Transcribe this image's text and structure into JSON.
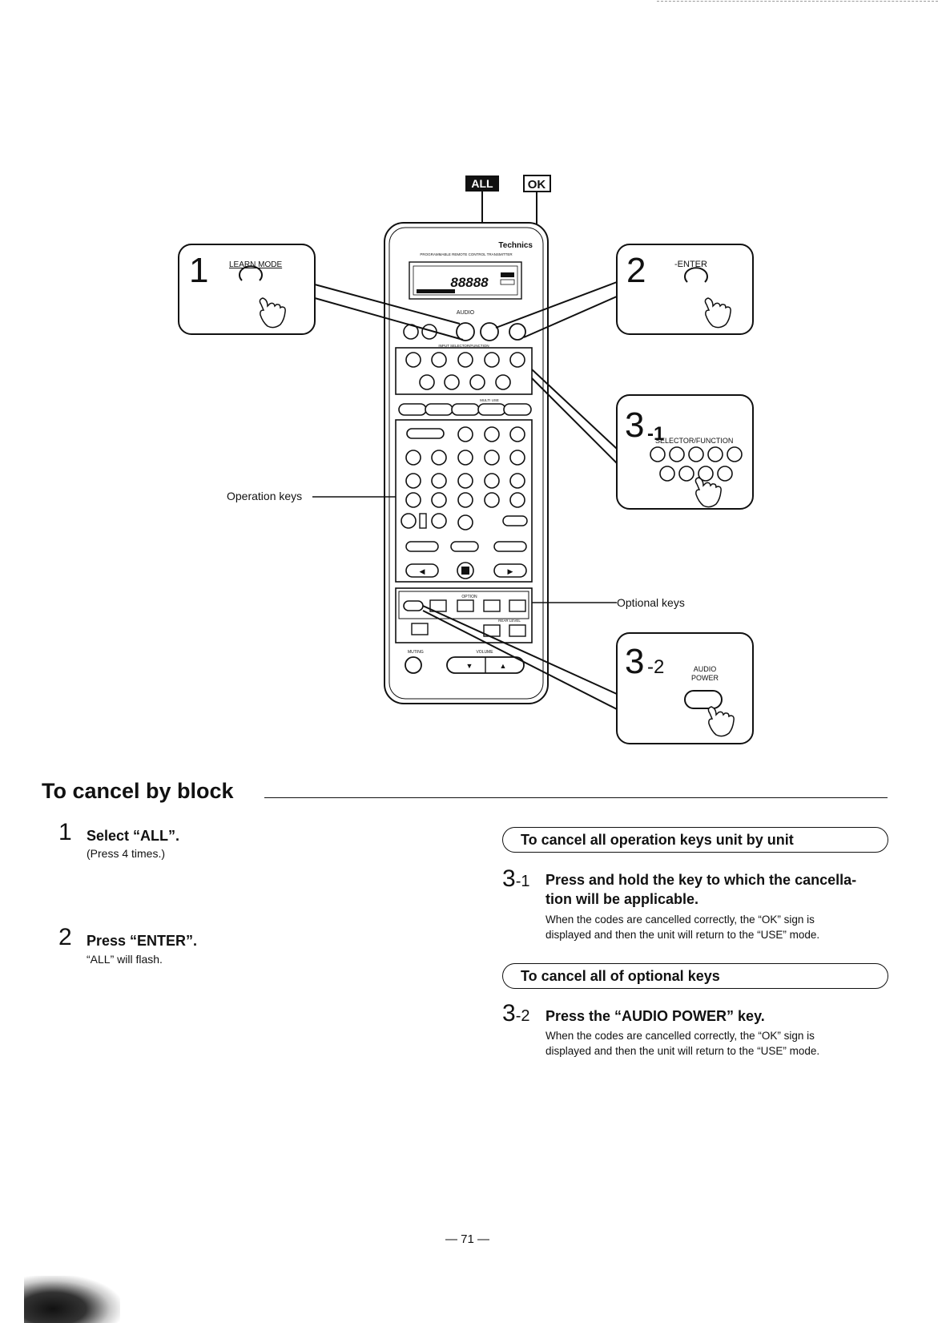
{
  "diagram": {
    "indicator_all": "ALL",
    "indicator_ok": "OK",
    "callout1": {
      "num": "1",
      "label": "LEARN MODE"
    },
    "callout2": {
      "num": "2",
      "label": "-ENTER"
    },
    "callout3_1": {
      "num": "3",
      "sub": "-1",
      "label": "SELECTOR/FUNCTION"
    },
    "callout3_2": {
      "num": "3",
      "sub": "-2",
      "label1": "AUDIO",
      "label2": "POWER"
    },
    "operation_keys_label": "Operation keys",
    "optional_keys_label": "Optional keys",
    "remote": {
      "brand": "Technics",
      "subtitle": "PROGRAMMABLE REMOTE CONTROL TRANSMITTER",
      "display_digits": "88888",
      "audio_label": "AUDIO",
      "input_label": "INPUT SELECTOR/FUNCTION",
      "multi_use": "MULTI USE",
      "option_label": "OPTION",
      "muting_label": "MUTING",
      "volume_label": "VOLUME",
      "rear_level": "REAR LEVEL"
    }
  },
  "section": {
    "title": "To cancel by block",
    "steps": [
      {
        "num": "1",
        "head": "Select “ALL”.",
        "note": "(Press 4 times.)"
      },
      {
        "num": "2",
        "head": "Press “ENTER”.",
        "note": "“ALL” will flash."
      }
    ],
    "unit_box": {
      "title": "To cancel all operation keys unit by unit",
      "step_num": "3",
      "step_sub": "-1",
      "head_line1": "Press and hold the key to which the cancella-",
      "head_line2": "tion will be applicable.",
      "note_line1": "When the codes are cancelled correctly, the “OK” sign is",
      "note_line2": "displayed and then the unit will return to the “USE” mode."
    },
    "optional_box": {
      "title": "To cancel all of optional keys",
      "step_num": "3",
      "step_sub": "-2",
      "head": "Press the “AUDIO POWER” key.",
      "note_line1": "When the codes are cancelled correctly, the “OK” sign is",
      "note_line2": "displayed and then the unit will return to the “USE” mode."
    }
  },
  "page_number": "— 71 —"
}
